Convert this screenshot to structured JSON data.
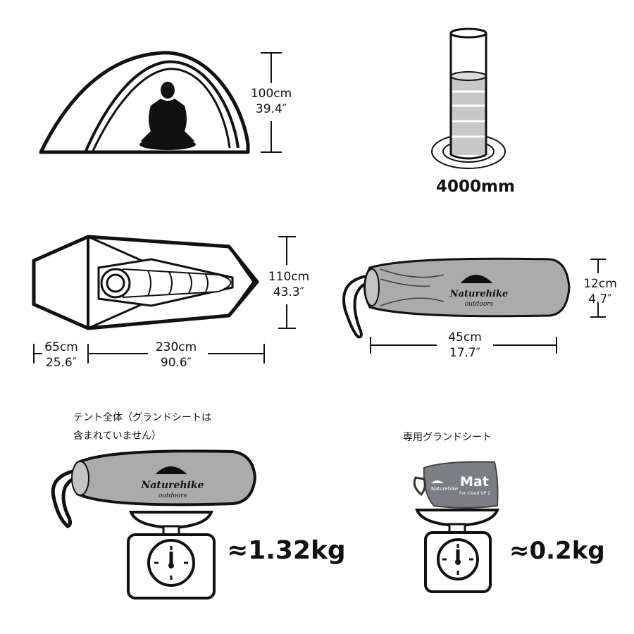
{
  "tent_side": {
    "height_cm": "100cm",
    "height_in": "39.4″"
  },
  "waterproof": {
    "rating": "4000mm"
  },
  "tent_top": {
    "width_cm": "110cm",
    "width_in": "43.3″",
    "vestibule_cm": "65cm",
    "vestibule_in": "25.6″",
    "length_cm": "230cm",
    "length_in": "90.6″"
  },
  "pack_bag": {
    "brand": "Naturehike",
    "brand_sub": "outdoors",
    "diameter_cm": "12cm",
    "diameter_in": "4.7″",
    "length_cm": "45cm",
    "length_in": "17.7″"
  },
  "weight_tent": {
    "caption_line1": "テント全体（グランドシートは",
    "caption_line2": "含まれていません）",
    "brand": "Naturehike",
    "brand_sub": "outdoors",
    "weight": "≈1.32kg"
  },
  "weight_mat": {
    "caption": "専用グランドシート",
    "brand": "Naturehike",
    "label": "Mat",
    "label_sub": "For Cloud UP 2",
    "weight": "≈0.2kg"
  },
  "colors": {
    "bag_gray": "#a9a9a9",
    "bag_light": "#c6c6c6",
    "ink": "#111111"
  }
}
